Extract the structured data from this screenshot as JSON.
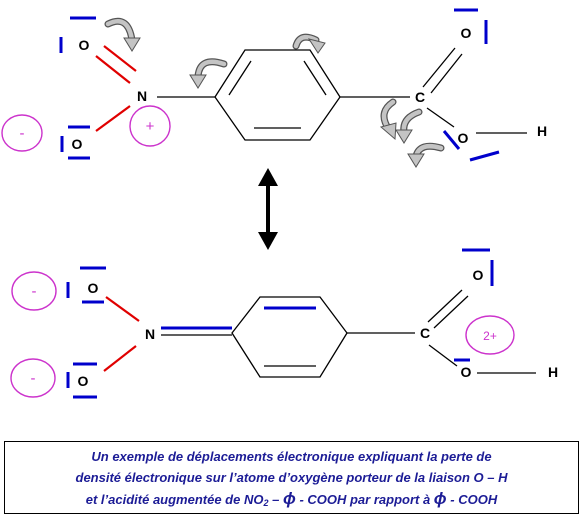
{
  "colors": {
    "polarized_bond": "#e00000",
    "lone_pair": "#0000cc",
    "charge": "#cc33cc",
    "caption_text": "#1c1c96",
    "curved_arrow": "#c4c4c4"
  },
  "top_structure": {
    "atoms": {
      "o_upper_left": "O",
      "n": "N",
      "o_lower_left": "O",
      "c": "C",
      "o_carbonyl": "O",
      "o_hydroxyl": "O",
      "h": "H"
    },
    "charges": {
      "o_minus": "-",
      "n_plus": "+"
    }
  },
  "bottom_structure": {
    "atoms": {
      "o_upper_left": "O",
      "n": "N",
      "o_lower_left": "O",
      "c": "C",
      "o_carbonyl": "O",
      "o_hydroxyl": "O",
      "h": "H"
    },
    "charges": {
      "upper_o_minus": "-",
      "lower_o_minus": "-",
      "c_2plus": "2+"
    }
  },
  "caption": {
    "line1": "Un exemple de déplacements électronique expliquant la perte de",
    "line2": "densité électronique sur l’atome d’oxygène porteur de la liaison O – H",
    "line3": {
      "part1": "et l’acidité augmentée de NO",
      "subscript": "2",
      "part2": " – ",
      "phi_1": "ϕ",
      "part3": " - COOH par rapport à ",
      "phi_2": "ϕ",
      "part4": " - COOH"
    }
  }
}
